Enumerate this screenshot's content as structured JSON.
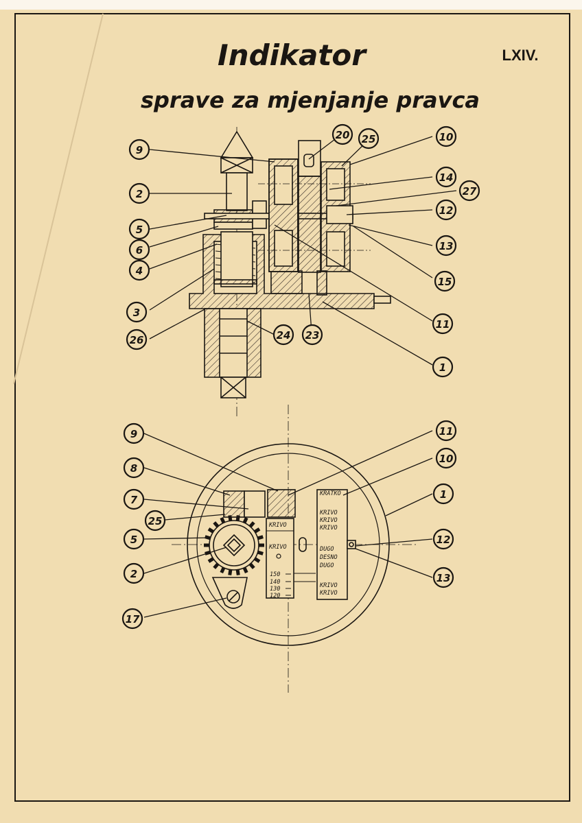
{
  "document": {
    "title": "Indikator",
    "subtitle": "sprave za mjenjanje pravca",
    "plate_number": "LXIV."
  },
  "upper_diagram": {
    "callouts": [
      "9",
      "2",
      "5",
      "6",
      "4",
      "3",
      "26",
      "20",
      "25",
      "10",
      "14",
      "27",
      "12",
      "13",
      "15",
      "11",
      "1",
      "24",
      "23"
    ]
  },
  "lower_diagram": {
    "callouts": [
      "9",
      "8",
      "7",
      "25",
      "5",
      "2",
      "17",
      "11",
      "10",
      "1",
      "12",
      "13"
    ],
    "plate_left": [
      "KRIVO",
      "KRIVO"
    ],
    "plate_right": [
      "KRATKO",
      "KRIVO",
      "KRIVO",
      "KRIVO",
      "DUGO",
      "DESNO",
      "DUGO",
      "KRIVO",
      "KRIVO"
    ],
    "scale": [
      "150",
      "140",
      "130",
      "120"
    ]
  },
  "colors": {
    "paper": "#f1ddb1",
    "ink": "#1a1612",
    "hatch": "#3a302a"
  }
}
